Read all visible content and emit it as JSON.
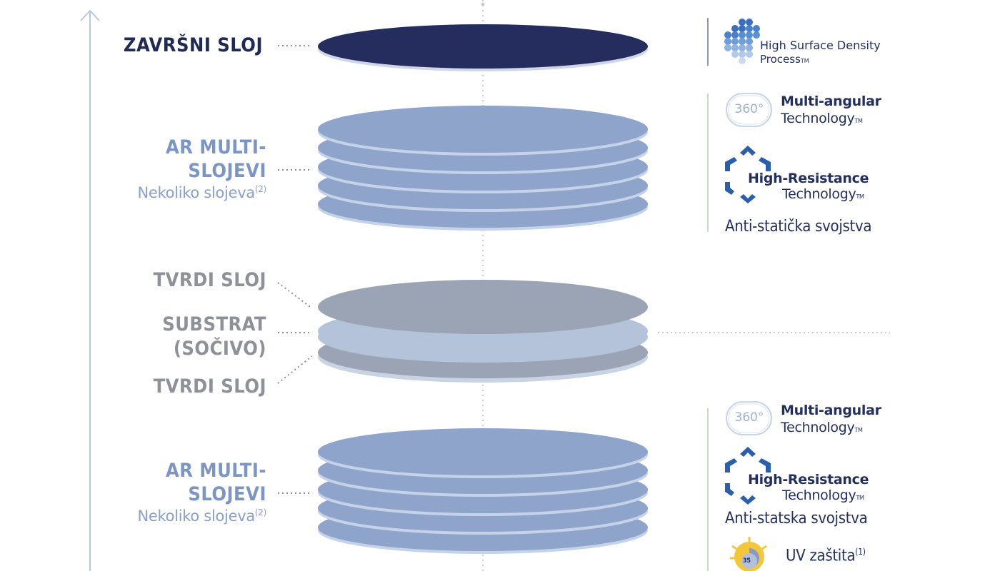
{
  "layers": {
    "top_coat": {
      "label": "ZAVRŠNI SLOJ"
    },
    "ar_top": {
      "label_line1": "AR MULTI-",
      "label_line2": "SLOJEVI",
      "sub": "Nekoliko slojeva",
      "sub_sup": "(2)"
    },
    "hard_coat_top": {
      "label": "TVRDI SLOJ"
    },
    "substrate": {
      "label_line1": "SUBSTRAT",
      "label_line2": "(SOČIVO)"
    },
    "hard_coat_bottom": {
      "label": "TVRDI SLOJ"
    },
    "ar_bottom": {
      "label_line1": "AR MULTI-",
      "label_line2": "SLOJEVI",
      "sub": "Nekoliko slojeva",
      "sub_sup": "(2)"
    }
  },
  "logos": {
    "hsd": {
      "title": "High Surface Density",
      "sub": "Process",
      "tm": "TM"
    },
    "multi_angular_top": {
      "icon_text": "360°",
      "title": "Multi-angular",
      "sub": "Technology",
      "tm": "TM"
    },
    "high_resistance_top": {
      "title": "High-Resistance",
      "sub": "Technology",
      "tm": "TM"
    },
    "feature_top": "Anti-statička svojstva",
    "multi_angular_bottom": {
      "icon_text": "360°",
      "title": "Multi-angular",
      "sub": "Technology",
      "tm": "TM"
    },
    "high_resistance_bottom": {
      "title": "High-Resistance",
      "sub": "Technology",
      "tm": "TM"
    },
    "feature_bottom": "Anti-statska svojstva",
    "uv": {
      "label": "UV zaštita",
      "sup": "(1)",
      "badge": "35"
    }
  },
  "colors": {
    "top_coat": "#252d5e",
    "ar_layer": "#8fa4ca",
    "ar_edge": "#c5d3ea",
    "hard_coat": "#9aa4b4",
    "substrate": "#b4c3da",
    "axis": "#b7c8e2",
    "brand_dark": "#23305d",
    "brand_blue": "#2a5fae"
  }
}
